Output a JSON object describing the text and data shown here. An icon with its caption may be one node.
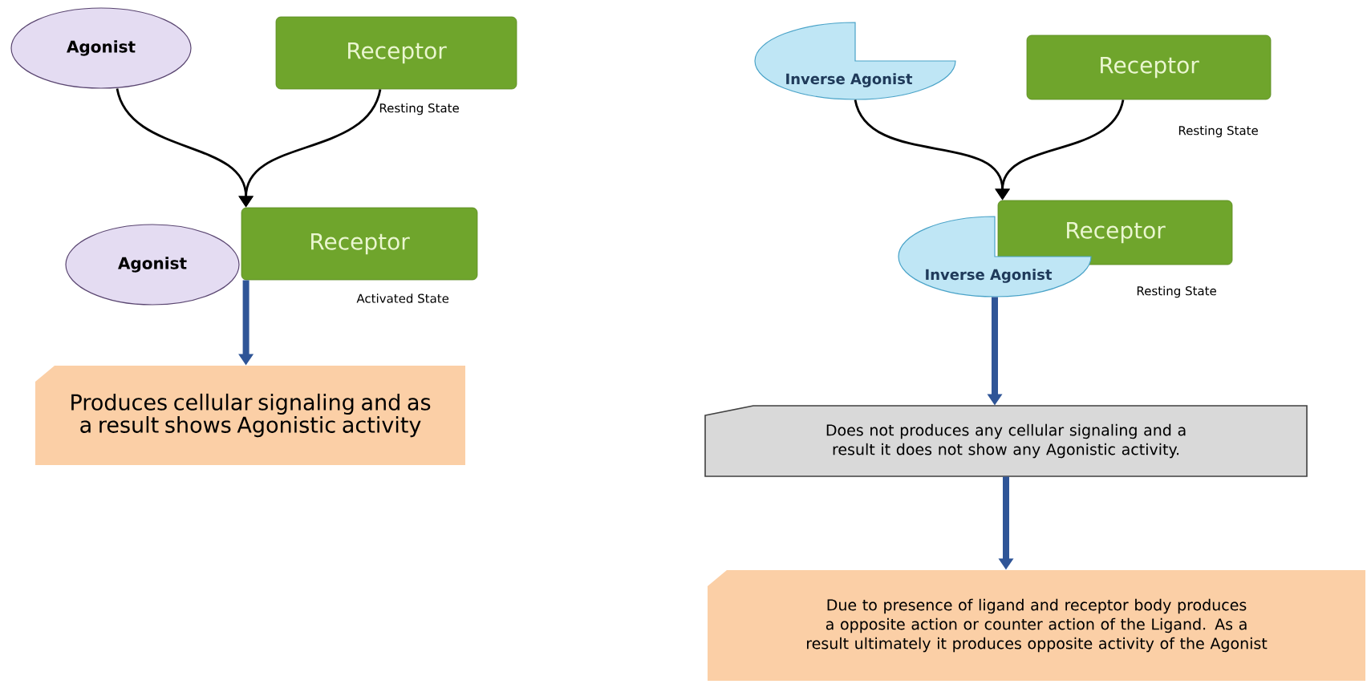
{
  "diagram": {
    "nodes": [
      {
        "text": [
          "Agonist"
        ]
      },
      {
        "text": [
          "Receptor"
        ],
        "beside": [
          "Resting State"
        ]
      },
      {
        "text": [
          "Agonist"
        ]
      },
      {
        "text": [
          "Receptor"
        ],
        "beside": [
          "Activated State"
        ]
      },
      {
        "text": [
          "Produces cellular signaling and as a result shows Agonistic activity"
        ]
      },
      {
        "text": [
          "Inverse Agonist"
        ]
      },
      {
        "text": [
          "Receptor"
        ],
        "beside": [
          "Resting State"
        ]
      },
      {
        "text": [
          "Inverse Agonist"
        ]
      },
      {
        "text": [
          "Receptor"
        ],
        "beside": [
          "Resting State"
        ]
      },
      {
        "text": [
          "Does not produces any cellular signaling and a result it does not show any Agonistic activity."
        ]
      },
      {
        "text": [
          "Due to presence of ligand and receptor body produces a opposite action or counter action of the Ligand. As a result ultimately it produces opposite activity of the Agonist"
        ]
      }
    ],
    "edges": [
      {
        "from": 0,
        "to": 3,
        "arrow": "to"
      },
      {
        "from": 1,
        "to": 3,
        "arrow": "to"
      },
      {
        "from": 3,
        "to": 4,
        "arrow": "to",
        "style": "thick",
        "color": "#2f5597"
      },
      {
        "from": 5,
        "to": 8,
        "arrow": "to"
      },
      {
        "from": 6,
        "to": 8,
        "arrow": "to"
      },
      {
        "from": 7,
        "to": 9,
        "arrow": "to",
        "style": "thick",
        "color": "#2f5597"
      },
      {
        "from": 9,
        "to": 10,
        "arrow": "to",
        "style": "thick",
        "color": "#2f5597"
      }
    ]
  }
}
